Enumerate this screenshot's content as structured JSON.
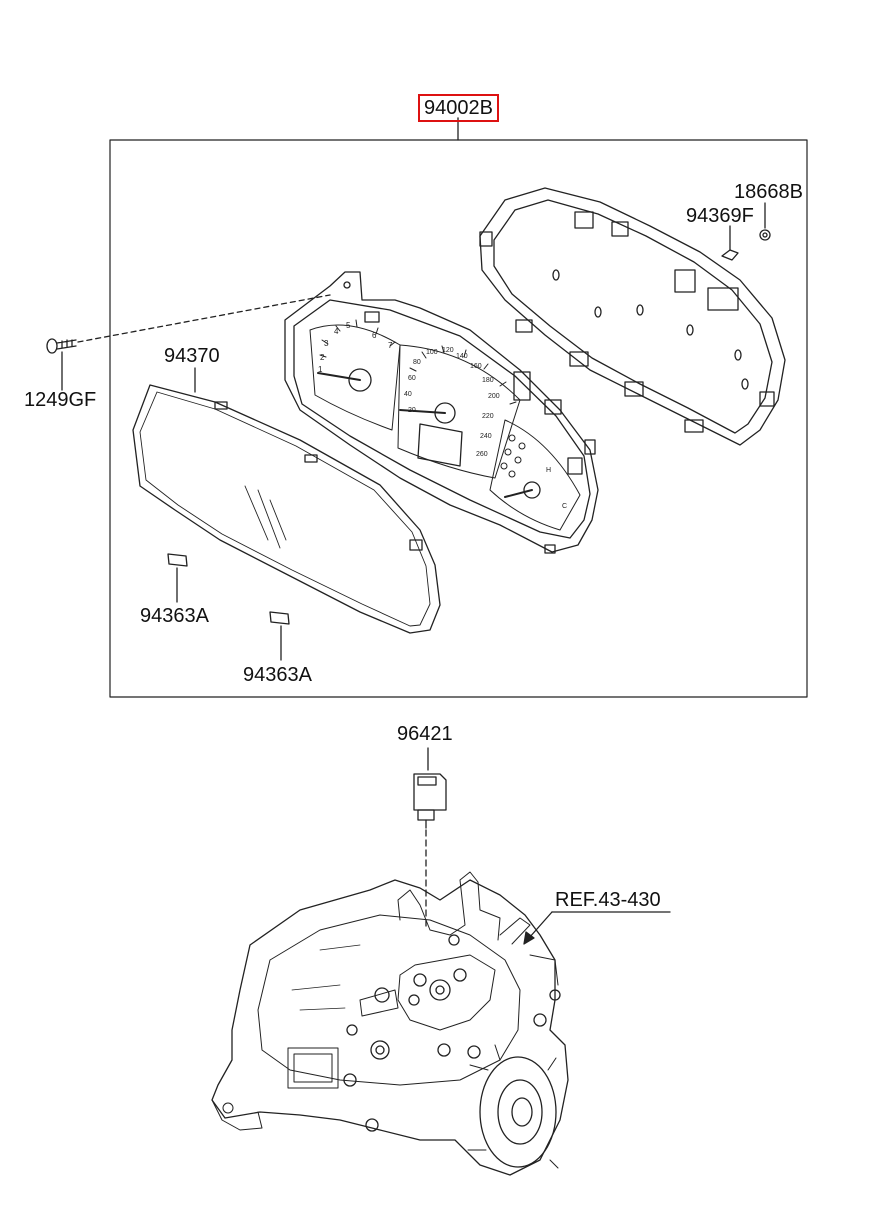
{
  "assembly": {
    "part_number": "94002B"
  },
  "parts": {
    "screw": "1249GF",
    "glass": "94370",
    "clip_1": "94363A",
    "clip_2": "94363A",
    "bulb": "94369F",
    "nut": "18668B",
    "speed_sensor": "96421"
  },
  "reference": {
    "label": "REF.43-430"
  },
  "gauge_faces": {
    "speedo": [
      "20",
      "40",
      "60",
      "80",
      "100",
      "120",
      "140",
      "160",
      "180",
      "200",
      "220",
      "240",
      "260"
    ],
    "tacho": [
      "1",
      "2",
      "3",
      "4",
      "5",
      "6",
      "7"
    ],
    "left_small": [
      "H",
      "C"
    ]
  },
  "colors": {
    "line": "#222222",
    "highlight": "#d11111"
  }
}
